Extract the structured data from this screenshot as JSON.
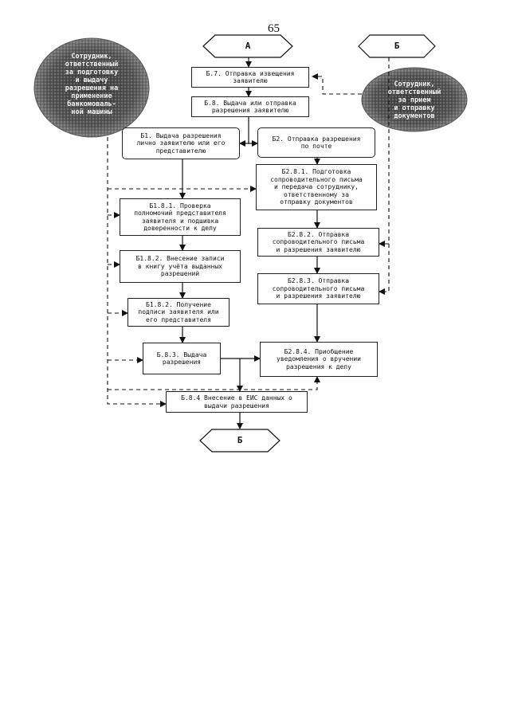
{
  "page_number": "65",
  "connectors": {
    "top_a": "А",
    "top_b": "Б",
    "bottom_b": "Б"
  },
  "ovals": {
    "left": "Сотрудник,\nответственный\nза подготовку\nи выдачу\nразрешения на\nприменение\nбанкомоваль-\nной машины",
    "right": "Сотрудник,\nответственный\nза прием\nи отправку\nдокументов"
  },
  "boxes": {
    "b7": "Б.7. Отправка извещения\nзаявителю",
    "b8": "Б.8. Выдача или отправка\nразрешения заявителю",
    "b1": "Б1. Выдача разрешения\nлично заявителю или его\nпредставителю",
    "b2": "Б2. Отправка разрешения\nпо почте",
    "b281": "Б2.8.1. Подготовка\nсопроводительного письма\nи передача сотруднику,\nответственному за\nотправку документов",
    "b181": "Б1.8.1. Проверка\nполномочий представителя\nзаявителя и подшивка\nдоверенности к делу",
    "b282": "Б2.8.2. Отправка\nсопроводительного письма\nи разрешения заявителю",
    "b182": "Б1.8.2. Внесение записи\nв книгу учёта выданных\nразрешений",
    "b283": "Б2.8.3. Отправка\nсопроводительного письма\nи разрешения заявителю",
    "b182b": "Б1.8.2. Получение\nподписи заявителя или\nего представителя",
    "b183": "Б.8.3. Выдача\nразрешения",
    "b284": "Б2.8.4. Приобщение\nуведомления о вручении\nразрешения к делу",
    "b84": "Б.8.4 Внесение в ЕИС данных о\nвыдачи разрешения"
  }
}
